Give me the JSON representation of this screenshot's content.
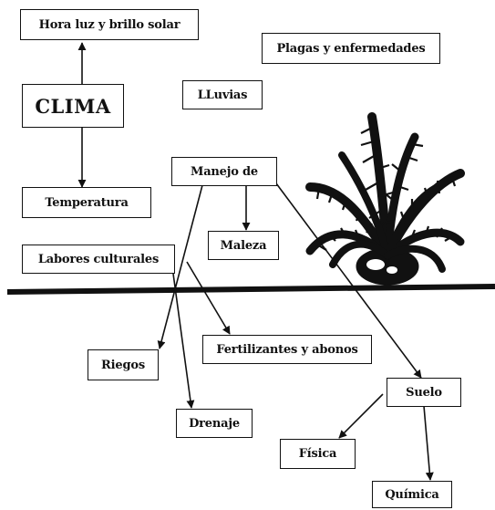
{
  "diagram": {
    "nodes": {
      "hora_luz": "Hora luz y brillo solar",
      "clima": "CLIMA",
      "temperatura": "Temperatura",
      "plagas": "Plagas y enfermedades",
      "lluvias": "LLuvias",
      "manejo": "Manejo de",
      "maleza": "Maleza",
      "labores": "Labores culturales",
      "riegos": "Riegos",
      "fertilizantes": "Fertilizantes y abonos",
      "drenaje": "Drenaje",
      "suelo": "Suelo",
      "fisica": "Física",
      "quimica": "Química"
    },
    "plant_icon": "palm-plant-icon",
    "colors": {
      "ink": "#111111",
      "background": "#ffffff"
    }
  }
}
